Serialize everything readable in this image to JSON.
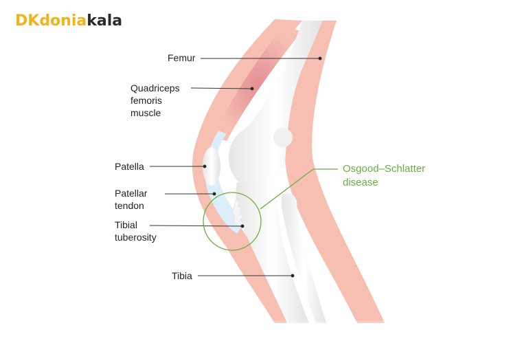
{
  "logo": {
    "mark": "DK",
    "part1": "donia",
    "part2": "kala"
  },
  "labels": {
    "femur": "Femur",
    "quadriceps": [
      "Quadriceps",
      "femoris",
      "muscle"
    ],
    "patella": "Patella",
    "patellar_tendon": [
      "Patellar",
      "tendon"
    ],
    "tibial_tuberosity": [
      "Tibial",
      "tuberosity"
    ],
    "tibia": "Tibia",
    "disease": [
      "Osgood–Schlatter",
      "disease"
    ]
  },
  "colors": {
    "skin": "#f6bfb2",
    "muscle": "#e99ca0",
    "tendon": "#dbeefa",
    "bone": "#ffffff",
    "highlight": "#6aad3e",
    "text": "#222222"
  }
}
